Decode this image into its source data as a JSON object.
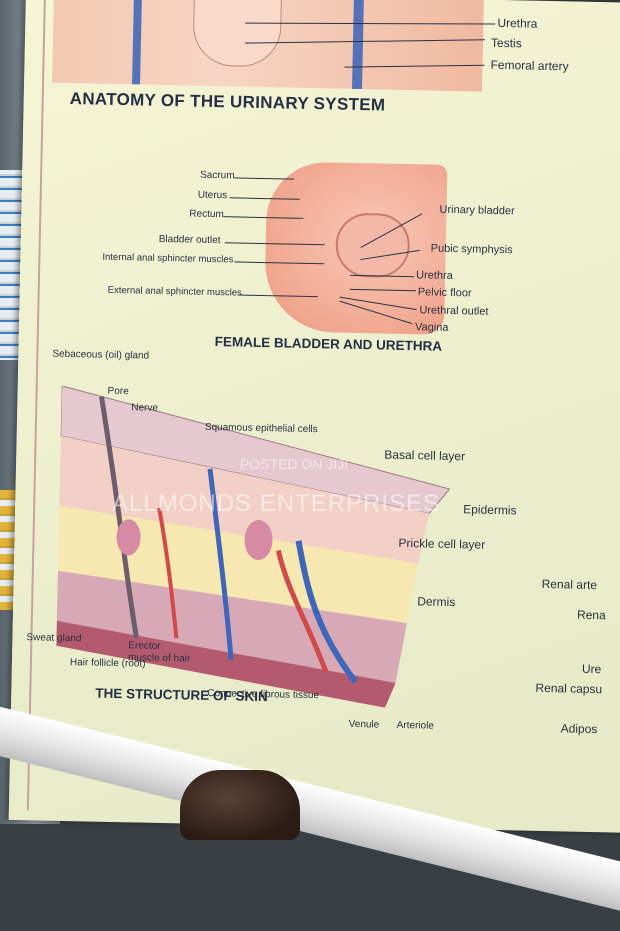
{
  "poster": {
    "top_labels": [
      "Urethra",
      "Testis",
      "Femoral artery"
    ],
    "section_title": "ANATOMY OF THE URINARY SYSTEM",
    "female": {
      "left_labels": [
        "Sacrum",
        "Uterus",
        "Rectum",
        "Bladder outlet",
        "Internal anal sphincter muscles",
        "External anal sphincter muscles"
      ],
      "right_labels": [
        "Urinary bladder",
        "Pubic symphysis",
        "Urethra",
        "Pelvic floor",
        "Urethral outlet",
        "Vagina"
      ],
      "caption": "FEMALE BLADDER AND URETHRA"
    },
    "skin": {
      "labels": {
        "sebaceous": "Sebaceous (oil) gland",
        "pore": "Pore",
        "nerve": "Nerve",
        "squamous": "Squamous epithelial cells",
        "basal": "Basal cell layer",
        "epidermis": "Epidermis",
        "prickle": "Prickle cell layer",
        "dermis": "Dermis",
        "sweat": "Sweat gland",
        "erector": "Erector",
        "erector2": "muscle of hair",
        "follicle": "Hair follicle (root)",
        "connective": "Connective fibrous tissue",
        "venule": "Venule",
        "arteriole": "Arteriole"
      },
      "caption": "THE STRUCTURE OF SKIN"
    },
    "right_cut_labels": [
      "Renal arte",
      "Rena",
      "Ure",
      "Renal capsu",
      "Adipos"
    ]
  },
  "watermarks": [
    "POSTED ON JIJI",
    "ALLMONDS ENTERPRISES"
  ]
}
